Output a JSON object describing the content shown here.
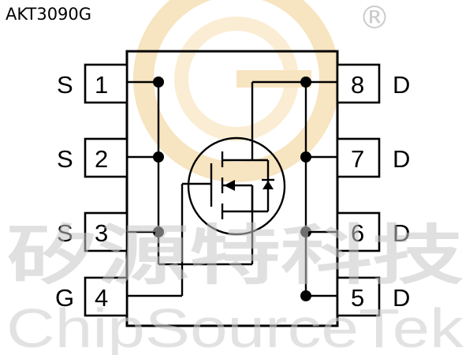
{
  "part_number": "AKT3090G",
  "watermark": {
    "chinese": "矽源特科技",
    "english": "ChipSourceTek",
    "registered": "®"
  },
  "pins": [
    {
      "number": "1",
      "name": "S"
    },
    {
      "number": "2",
      "name": "S"
    },
    {
      "number": "3",
      "name": "S"
    },
    {
      "number": "4",
      "name": "G"
    },
    {
      "number": "5",
      "name": "D"
    },
    {
      "number": "6",
      "name": "D"
    },
    {
      "number": "7",
      "name": "D"
    },
    {
      "number": "8",
      "name": "D"
    }
  ],
  "colors": {
    "line": "#000000",
    "watermark_logo": "#f5d9a0",
    "watermark_text": "#c8c8c8"
  }
}
